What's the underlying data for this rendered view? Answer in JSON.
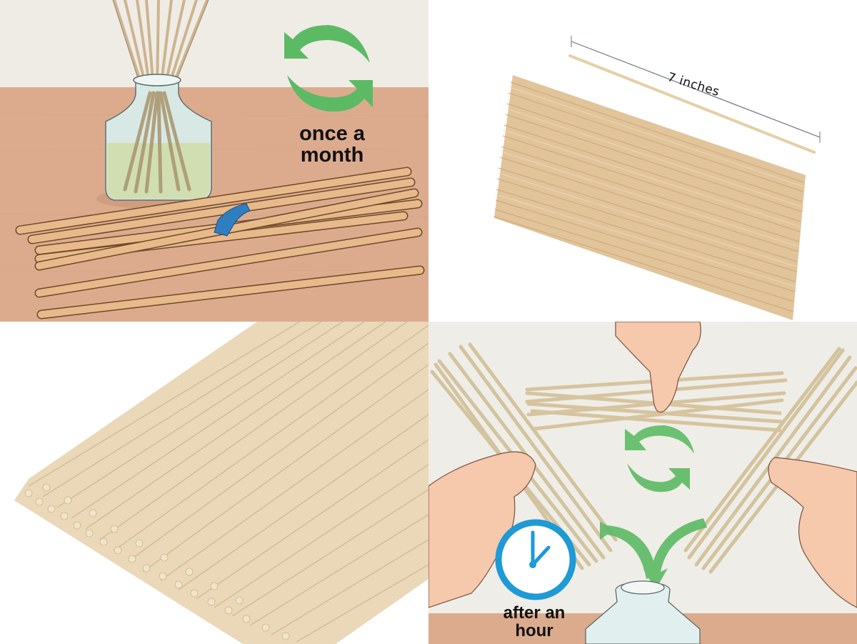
{
  "collage": {
    "panels": [
      {
        "id": "refresh-monthly",
        "type": "illustration",
        "caption": "once a month",
        "caption_line1": "once a",
        "caption_line2": "month",
        "background_wall": "#efece6",
        "background_table": "#dcab8e",
        "arrow_color": "#5cba64"
      },
      {
        "id": "product-bundle-length",
        "type": "photo",
        "measure_label": "7 inches",
        "background": "#ffffff",
        "stick_color": "#e2c49a"
      },
      {
        "id": "product-bundle-closeup",
        "type": "photo",
        "background": "#ffffff",
        "stick_color": "#ead8b8"
      },
      {
        "id": "flip-sticks",
        "type": "illustration",
        "caption": "after an hour",
        "caption_line1": "after an",
        "caption_line2": "hour",
        "background_wall": "#efede7",
        "background_table": "#dcab8e",
        "arrow_color": "#5cba64",
        "clock_color": "#1e9ad6"
      }
    ]
  }
}
